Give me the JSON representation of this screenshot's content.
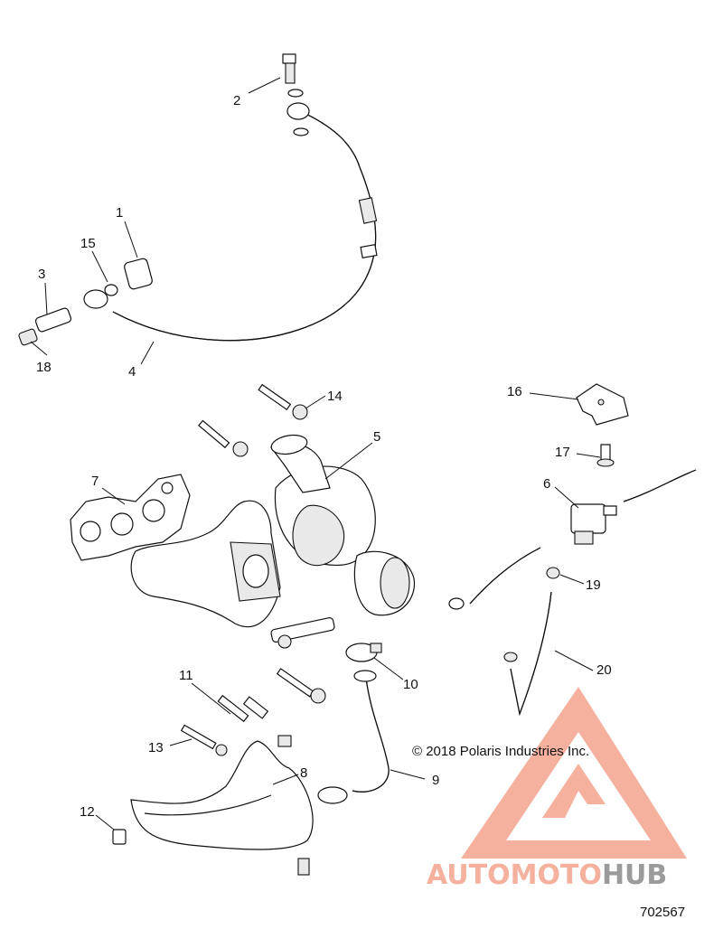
{
  "diagram": {
    "copyright": "© 2018 Polaris Industries Inc.",
    "drawing_number": "702567",
    "callouts": [
      "1",
      "2",
      "3",
      "4",
      "5",
      "6",
      "7",
      "8",
      "9",
      "10",
      "11",
      "12",
      "13",
      "14",
      "15",
      "16",
      "17",
      "18",
      "19",
      "20"
    ]
  },
  "watermark": {
    "brand_a": "AUTOMOTO",
    "brand_b": "HUB",
    "color_accent": "#f4a38e",
    "color_dark": "#8a8a8a"
  }
}
